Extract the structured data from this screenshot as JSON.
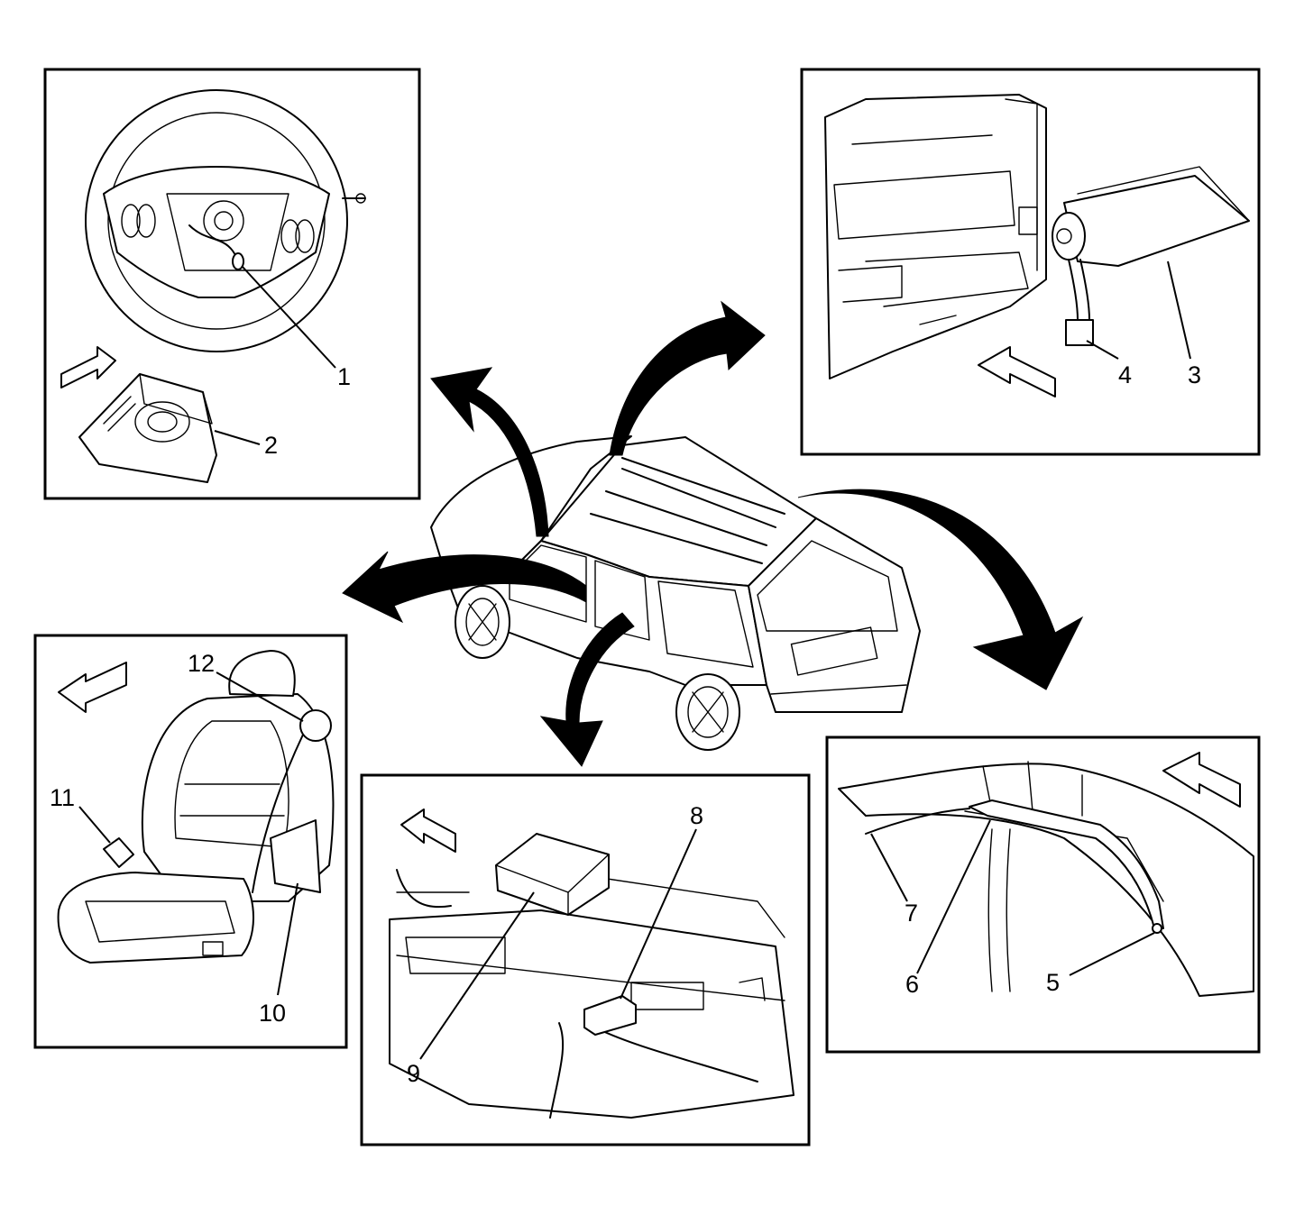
{
  "callouts": {
    "c1": "1",
    "c2": "2",
    "c3": "3",
    "c4": "4",
    "c5": "5",
    "c6": "6",
    "c7": "7",
    "c8": "8",
    "c9": "9",
    "c10": "10",
    "c11": "11",
    "c12": "12"
  },
  "panels": [
    "steering-wheel-airbag",
    "instrument-panel-airbag",
    "seat-side-airbag",
    "sensing-diagnostic-module",
    "roof-rail-airbag"
  ]
}
